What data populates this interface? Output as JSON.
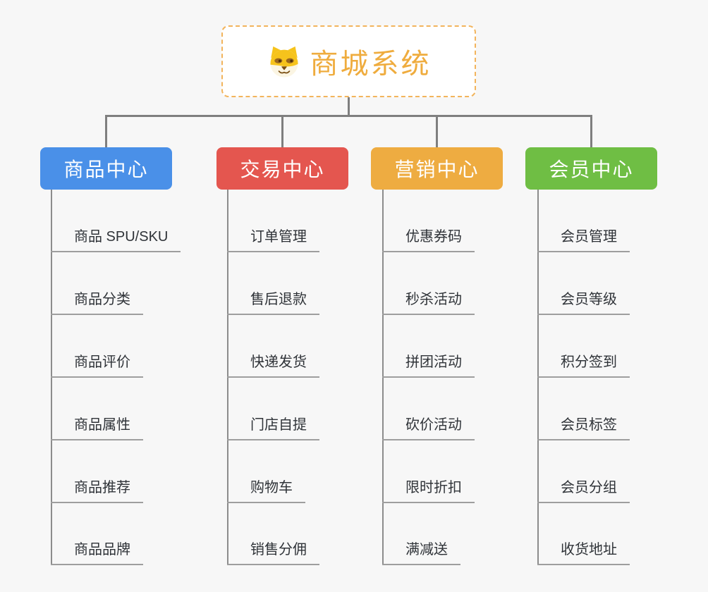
{
  "root": {
    "title": "商城系统",
    "icon": "dog-face-icon"
  },
  "branches": [
    {
      "label": "商品中心",
      "color": "#4a90e8",
      "children": [
        "商品 SPU/SKU",
        "商品分类",
        "商品评价",
        "商品属性",
        "商品推荐",
        "商品品牌"
      ]
    },
    {
      "label": "交易中心",
      "color": "#e4564f",
      "children": [
        "订单管理",
        "售后退款",
        "快递发货",
        "门店自提",
        "购物车",
        "销售分佣"
      ]
    },
    {
      "label": "营销中心",
      "color": "#eeac41",
      "children": [
        "优惠券码",
        "秒杀活动",
        "拼团活动",
        "砍价活动",
        "限时折扣",
        "满减送"
      ]
    },
    {
      "label": "会员中心",
      "color": "#6fbe44",
      "children": [
        "会员管理",
        "会员等级",
        "积分签到",
        "会员标签",
        "会员分组",
        "收货地址"
      ]
    }
  ],
  "colors": {
    "background": "#f7f7f7",
    "root_accent": "#efac3e",
    "root_border": "#f2b45c",
    "connector": "#7f7f7f",
    "underline": "#9e9e9e",
    "leaf_text": "#2f3338"
  }
}
